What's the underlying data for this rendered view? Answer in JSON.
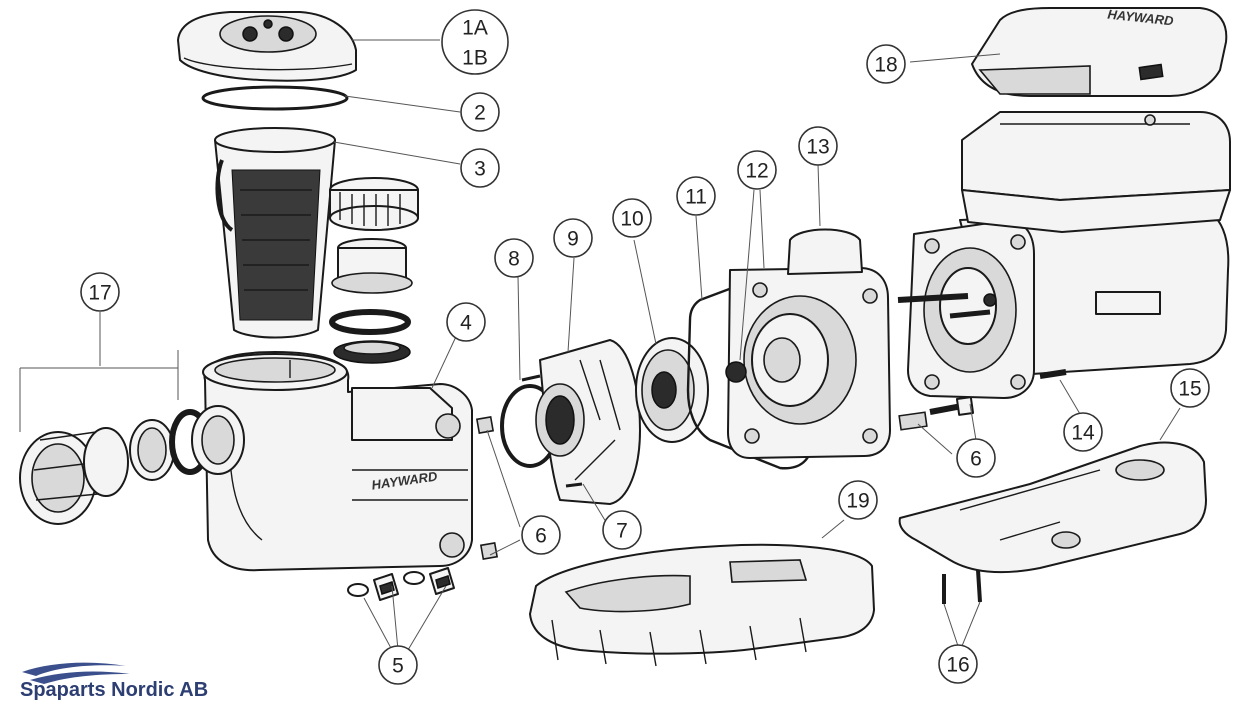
{
  "callouts": [
    {
      "id": "1a1b",
      "line1": "1A",
      "line2": "1B"
    },
    {
      "id": "2",
      "label": "2"
    },
    {
      "id": "3",
      "label": "3"
    },
    {
      "id": "4",
      "label": "4"
    },
    {
      "id": "5",
      "label": "5"
    },
    {
      "id": "6a",
      "label": "6"
    },
    {
      "id": "6b",
      "label": "6"
    },
    {
      "id": "7",
      "label": "7"
    },
    {
      "id": "8",
      "label": "8"
    },
    {
      "id": "9",
      "label": "9"
    },
    {
      "id": "10",
      "label": "10"
    },
    {
      "id": "11",
      "label": "11"
    },
    {
      "id": "12",
      "label": "12"
    },
    {
      "id": "13",
      "label": "13"
    },
    {
      "id": "14",
      "label": "14"
    },
    {
      "id": "15",
      "label": "15"
    },
    {
      "id": "16",
      "label": "16"
    },
    {
      "id": "17",
      "label": "17"
    },
    {
      "id": "18",
      "label": "18"
    },
    {
      "id": "19",
      "label": "19"
    }
  ],
  "mold_text": {
    "pump_housing": "HAYWARD",
    "drive_cover": "HAYWARD"
  },
  "brand": {
    "name": "Spaparts Nordic AB",
    "color": "#2d3e73",
    "wave_color": "#3b4f8c"
  }
}
